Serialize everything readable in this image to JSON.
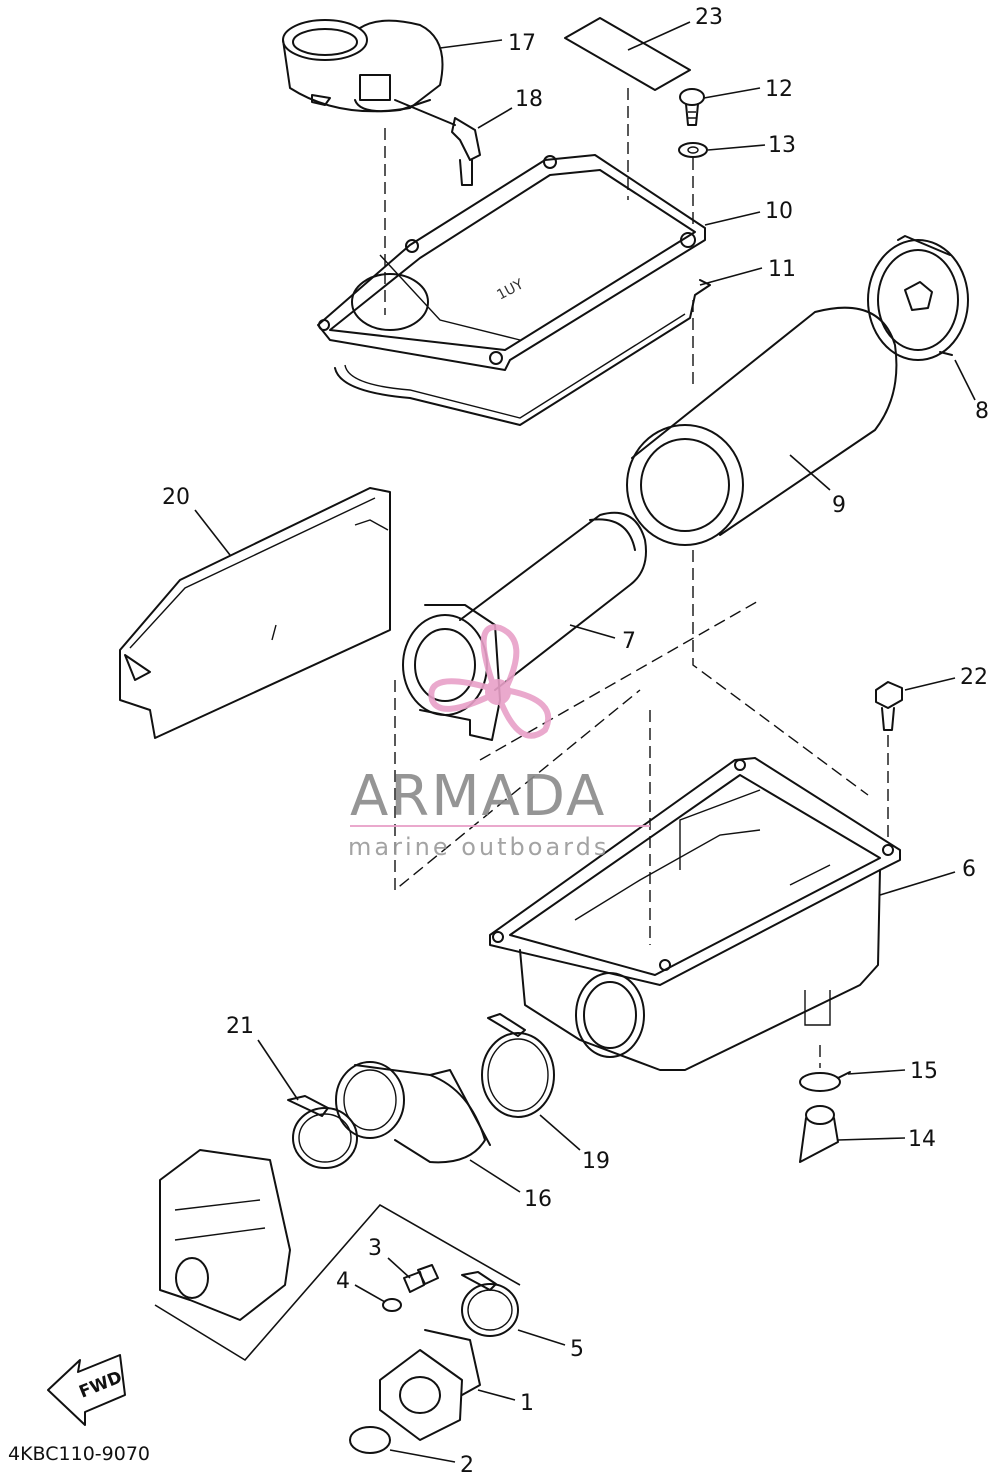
{
  "diagram_code": "4KBC110-9070",
  "fwd_label": "FWD",
  "case_marking": "1UY",
  "watermark": {
    "brand": "ARMADA",
    "tagline": "marine outboards",
    "color_pink": "#e8a0c8",
    "color_gray": "#8a8a8a"
  },
  "callouts": [
    "1",
    "2",
    "3",
    "4",
    "5",
    "6",
    "7",
    "8",
    "9",
    "10",
    "11",
    "12",
    "13",
    "14",
    "15",
    "16",
    "17",
    "18",
    "19",
    "20",
    "21",
    "22",
    "23"
  ]
}
